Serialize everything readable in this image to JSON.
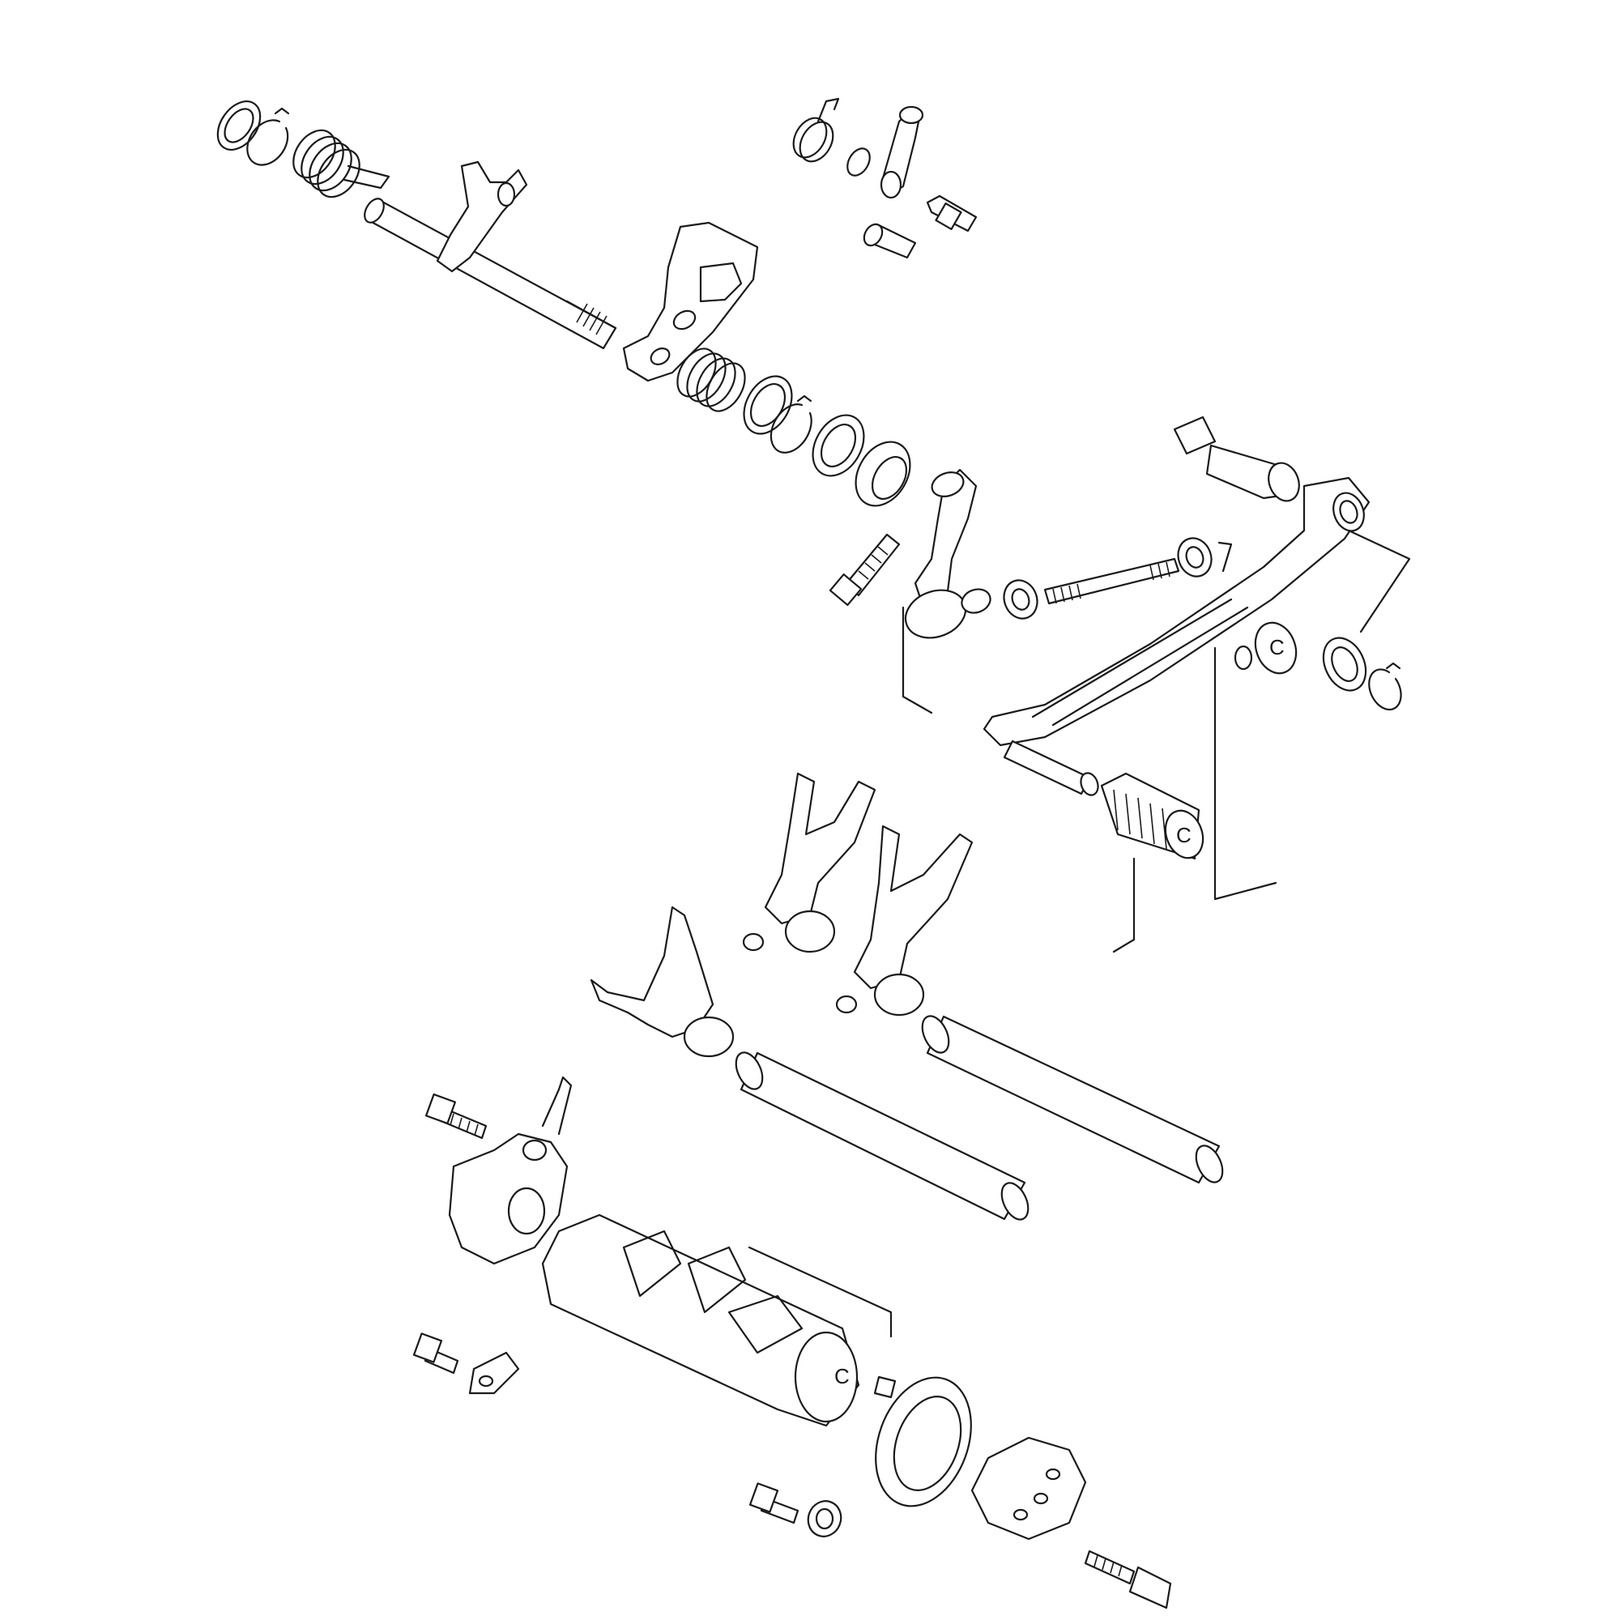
{
  "diagram": {
    "callouts": {
      "pedal_rubber": "C",
      "pivot_bolt": "C",
      "drum_end": "C"
    }
  }
}
